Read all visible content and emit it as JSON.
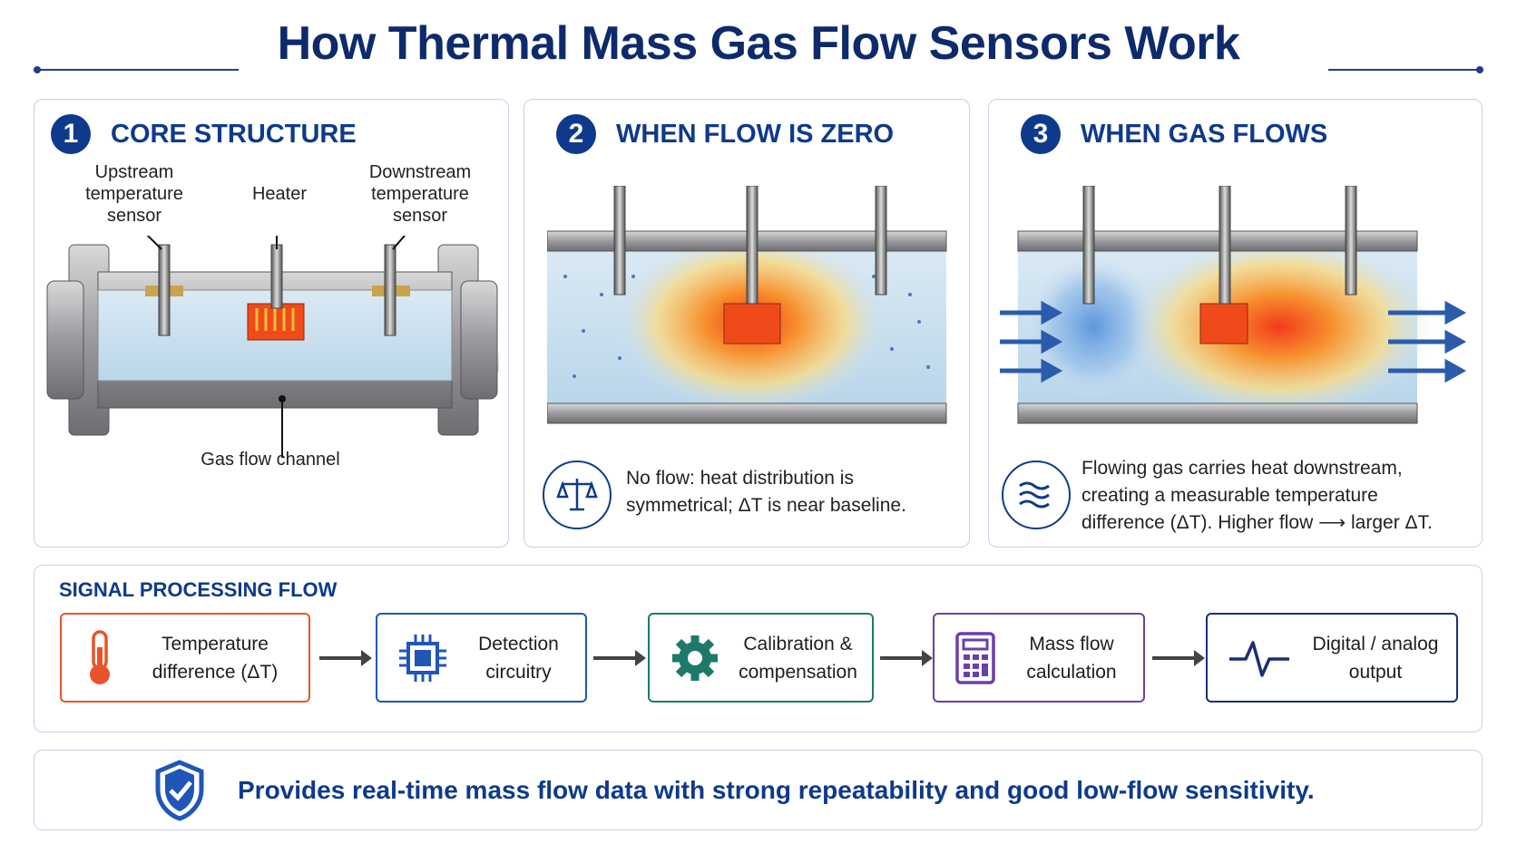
{
  "title": "How Thermal Mass Gas Flow Sensors Work",
  "panels": [
    {
      "number": "1",
      "title": "CORE STRUCTURE",
      "labels": {
        "upstream": "Upstream temperature sensor",
        "heater": "Heater",
        "downstream": "Downstream temperature sensor",
        "channel": "Gas flow channel"
      }
    },
    {
      "number": "2",
      "title": "WHEN FLOW IS ZERO",
      "icon": "balance-scale-icon",
      "description": "No flow: heat distribution is symmetrical; ΔT is near baseline."
    },
    {
      "number": "3",
      "title": "WHEN GAS FLOWS",
      "icon": "gas-flow-waves-icon",
      "description": "Flowing gas carries heat downstream, creating a measurable temperature difference (ΔT). Higher flow ⟶ larger ΔT."
    }
  ],
  "signal_flow": {
    "title": "SIGNAL PROCESSING FLOW",
    "steps": [
      {
        "label": "Temperature difference (ΔT)",
        "icon": "thermometer-icon",
        "color": "#e8542a"
      },
      {
        "label": "Detection circuitry",
        "icon": "chip-icon",
        "color": "#1f56b8"
      },
      {
        "label": "Calibration & compensation",
        "icon": "gear-icon",
        "color": "#1d7a6a"
      },
      {
        "label": "Mass flow calculation",
        "icon": "calculator-icon",
        "color": "#6b3fa8"
      },
      {
        "label": "Digital / analog output",
        "icon": "signal-wave-icon",
        "color": "#1b2f78"
      }
    ]
  },
  "summary": {
    "icon": "shield-check-icon",
    "text": "Provides real-time mass flow data with strong repeatability and good low-flow sensitivity."
  }
}
